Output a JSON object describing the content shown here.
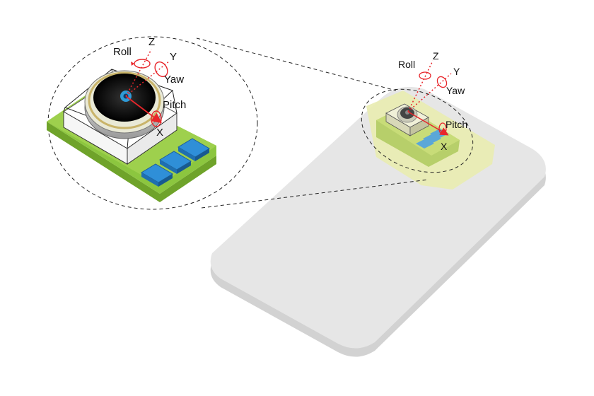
{
  "diagram": {
    "callout_labels": {
      "roll": "Roll",
      "z_axis": "Z",
      "y_axis": "Y",
      "yaw": "Yaw",
      "pitch": "Pitch",
      "x_axis": "X"
    },
    "device_labels": {
      "roll": "Roll",
      "z_axis": "Z",
      "y_axis": "Y",
      "yaw": "Yaw",
      "pitch": "Pitch",
      "x_axis": "X"
    },
    "colors": {
      "axis": "#e8262b",
      "pcb": "#8cc63f",
      "chip": "#2f8fd8",
      "phone_body": "#e6e6e6",
      "highlight": "#e9ecb0"
    }
  }
}
